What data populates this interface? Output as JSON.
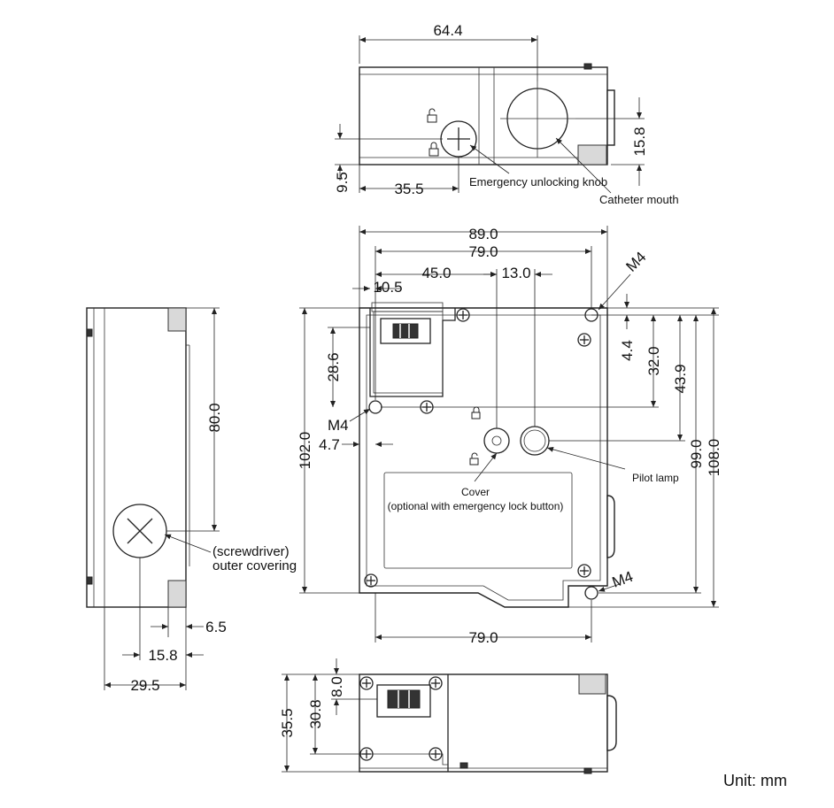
{
  "top_view": {
    "dims": {
      "width": "64.4",
      "height": "15.8",
      "offset_h": "35.5",
      "offset_v": "9.5"
    },
    "callouts": {
      "knob": "Emergency unlocking knob",
      "mouth": "Catheter mouth"
    }
  },
  "front_view": {
    "dims": {
      "overall_w": "89.0",
      "hole_w": "79.0",
      "d45": "45.0",
      "d13": "13.0",
      "d105": "10.5",
      "d286": "28.6",
      "d47": "4.7",
      "d1020": "102.0",
      "d44": "4.4",
      "d320": "32.0",
      "d439": "43.9",
      "d990": "99.0",
      "d1080": "108.0",
      "bottom_w": "79.0"
    },
    "m4_a": "M4",
    "m4_b": "M4",
    "m4_c": "M4",
    "cover_label": "Cover",
    "cover_sub": "(optional with emergency lock button)",
    "pilot_lamp": "Pilot lamp"
  },
  "side_view": {
    "dims": {
      "height": "80.0",
      "d65": "6.5",
      "d158": "15.8",
      "d295": "29.5"
    },
    "callout_1": "(screwdriver)",
    "callout_2": "outer covering"
  },
  "bottom_view": {
    "dims": {
      "d80": "8.0",
      "d308": "30.8",
      "d355": "35.5"
    }
  },
  "unit_label": "Unit: mm"
}
